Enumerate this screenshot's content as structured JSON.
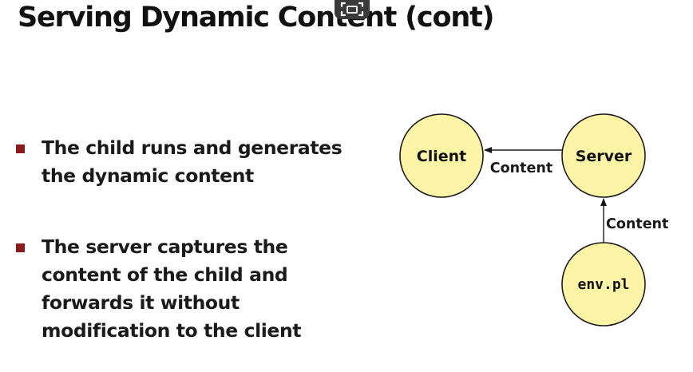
{
  "slide": {
    "title": "Serving Dynamic Content (cont)",
    "bullets": [
      {
        "lines": [
          "The child runs and generates",
          "the dynamic content"
        ]
      },
      {
        "lines": [
          "The server captures the",
          "content of the child and",
          "forwards it without",
          "modification to the client"
        ]
      }
    ]
  },
  "diagram": {
    "nodes": {
      "client": "Client",
      "server": "Server",
      "script": "env.pl"
    },
    "edges": {
      "server_to_client": "Content",
      "script_to_server": "Content"
    }
  },
  "colors": {
    "node_fill": "#fdf4a6",
    "node_stroke": "#1a1a1a",
    "bullet_marker": "#8b1a1a",
    "text": "#111111"
  }
}
